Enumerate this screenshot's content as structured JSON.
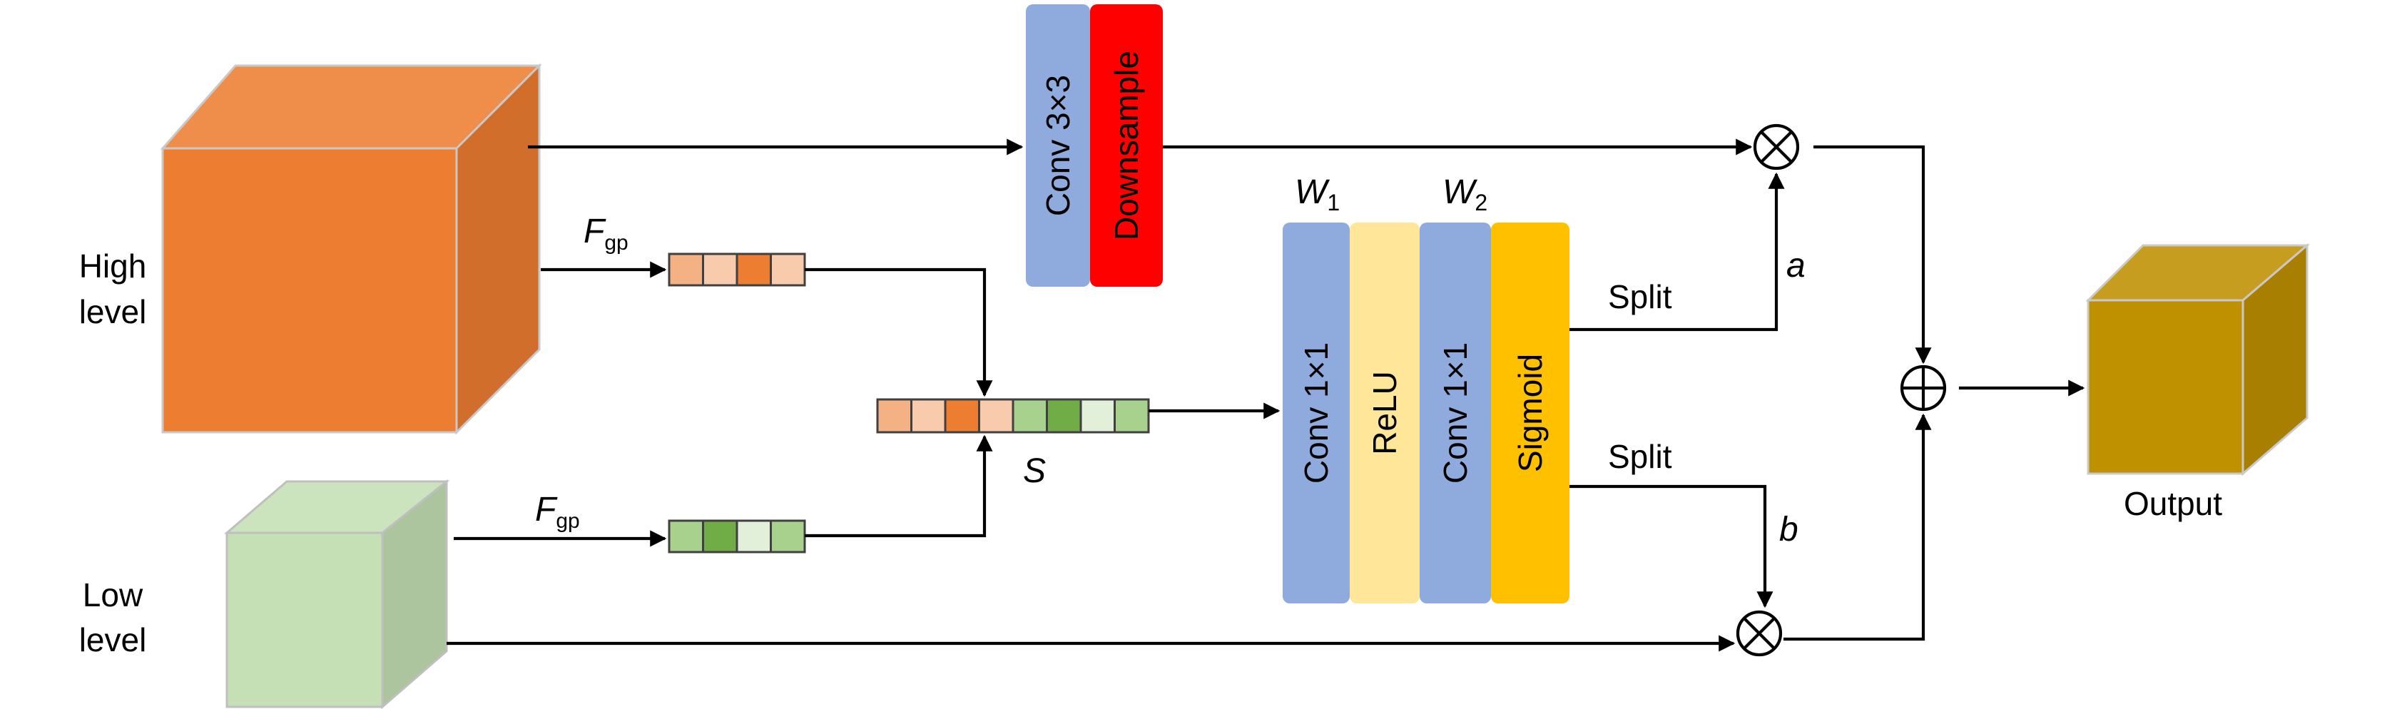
{
  "labels": {
    "high_level_line1": "High",
    "high_level_line2": "level",
    "low_level_line1": "Low",
    "low_level_line2": "level",
    "fgp_main_top": "F",
    "fgp_sub_top": "gp",
    "fgp_main_bottom": "F",
    "fgp_sub_bottom": "gp",
    "s_label": "S",
    "conv3x3": "Conv 3×3",
    "downsample": "Downsample",
    "w1_main": "W",
    "w1_sub": "1",
    "w2_main": "W",
    "w2_sub": "2",
    "conv1x1_a": "Conv 1×1",
    "relu": "ReLU",
    "conv1x1_b": "Conv 1×1",
    "sigmoid": "Sigmoid",
    "split_top": "Split",
    "split_bottom": "Split",
    "a_label": "a",
    "b_label": "b",
    "output": "Output",
    "multiply_symbol": "⊗",
    "add_symbol": "⊕"
  },
  "colors": {
    "high_cube": "#ED7D31",
    "low_cube": "#C5E0B4",
    "output_cube": "#BF9000",
    "conv_block": "#8FAADC",
    "downsample_block": "#FF0000",
    "relu_block": "#FFE699",
    "sigmoid_block": "#FFC000",
    "high_vector_cells": [
      "#F4B183",
      "#F8CBAD",
      "#ED7D31",
      "#F8CBAD"
    ],
    "low_vector_cells": [
      "#A9D18E",
      "#70AD47",
      "#E2F0D9",
      "#A9D18E"
    ],
    "concat_vector_cells": [
      "#F4B183",
      "#F8CBAD",
      "#ED7D31",
      "#F8CBAD",
      "#A9D18E",
      "#70AD47",
      "#E2F0D9",
      "#A9D18E"
    ]
  }
}
